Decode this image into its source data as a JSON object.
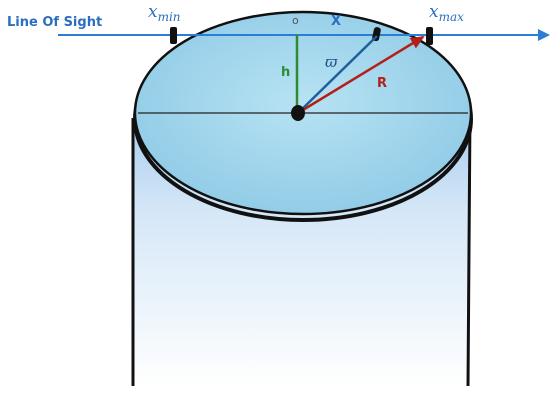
{
  "labels": {
    "line_of_sight": "Line Of Sight",
    "x_min_main": "x",
    "x_min_sub": "min",
    "x_max_main": "x",
    "x_max_sub": "max",
    "origin": "o",
    "x": "X",
    "h": "h",
    "varpi": "ϖ",
    "R": "R"
  },
  "colors": {
    "line_of_sight": "#2a7fd4",
    "label_blue": "#2a6fc0",
    "h_line": "#2e8b2e",
    "varpi_line": "#1f5f9a",
    "R_line": "#b3201a",
    "disk_fill": "#9fd3ea",
    "outline": "#111111",
    "cylinder_top": "#ffffff",
    "cylinder_bottom": "#cfe0f3"
  }
}
